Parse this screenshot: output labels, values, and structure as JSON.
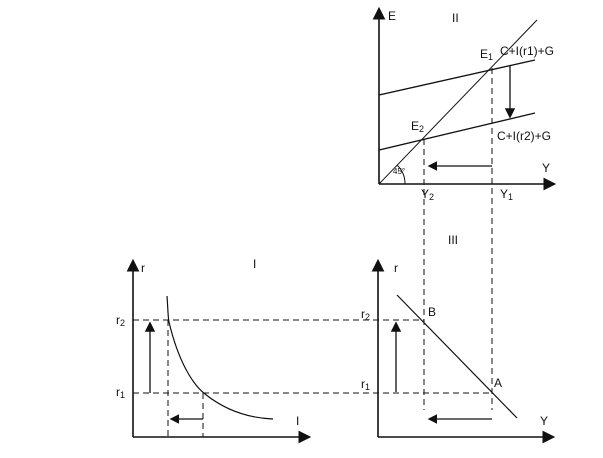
{
  "panel_ii": {
    "title": "II",
    "y_axis": "E",
    "x_axis": "Y",
    "e1": "E",
    "e1_sub": "1",
    "e2": "E",
    "e2_sub": "2",
    "line_upper": "C+I(r1)+G",
    "line_lower": "C+I(r2)+G",
    "angle": "45°",
    "y2": "Y",
    "y2_sub": "2",
    "y1": "Y",
    "y1_sub": "1"
  },
  "panel_iii": {
    "title": "III",
    "y_axis": "r",
    "x_axis": "Y",
    "r2": "r",
    "r2_sub": "2",
    "r1": "r",
    "r1_sub": "1",
    "point_b": "B",
    "point_a": "A"
  },
  "panel_i": {
    "title": "I",
    "y_axis": "r",
    "x_axis": "I",
    "r2": "r",
    "r2_sub": "2",
    "r1": "r",
    "r1_sub": "1"
  }
}
